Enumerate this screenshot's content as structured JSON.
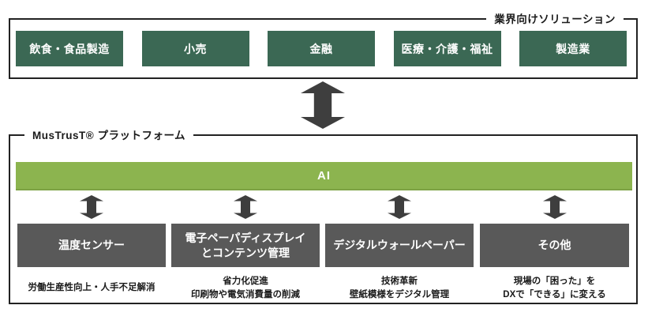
{
  "colors": {
    "frame_border": "#222222",
    "industry_box_bg": "#3b6854",
    "ai_bar_bg": "#8cb44f",
    "device_box_bg": "#595959",
    "arrow": "#3e3e3e",
    "text_dark": "#1a1a1a",
    "text_light": "#ffffff"
  },
  "industry_section": {
    "label": "業界向けソリューション",
    "boxes": [
      "飲食・食品製造",
      "小売",
      "金融",
      "医療・介護・福祉",
      "製造業"
    ]
  },
  "platform_section": {
    "label": "MusTrusT® プラットフォーム",
    "ai_label": "AI",
    "devices": [
      {
        "title": "温度センサー",
        "title2": "",
        "caption1": "労働生産性向上・人手不足解消",
        "caption2": ""
      },
      {
        "title": "電子ペーパディスプレイ",
        "title2": "とコンテンツ管理",
        "caption1": "省力化促進",
        "caption2": "印刷物や電気消費量の削減"
      },
      {
        "title": "デジタルウォールペーパー",
        "title2": "",
        "caption1": "技術革新",
        "caption2": "壁紙模様をデジタル管理"
      },
      {
        "title": "その他",
        "title2": "",
        "caption1": "現場の「困った」を",
        "caption2": "DXで「できる」に変える"
      }
    ]
  }
}
